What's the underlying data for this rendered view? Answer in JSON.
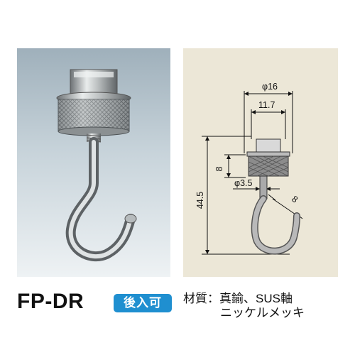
{
  "product": {
    "model": "FP-DR",
    "badge": "後入可",
    "spec_label": "材質：",
    "spec_material": "真鍮、SUS軸",
    "spec_finish": "ニッケルメッキ"
  },
  "drawing": {
    "dims": {
      "head_diameter": "φ16",
      "top_width": "11.7",
      "knob_height": "8",
      "shaft_diameter": "φ3.5",
      "hook_opening": "8",
      "total_height": "44.5"
    }
  },
  "colors": {
    "badge": "#1f8fd0",
    "drawing_bg": "#ece7d7"
  }
}
